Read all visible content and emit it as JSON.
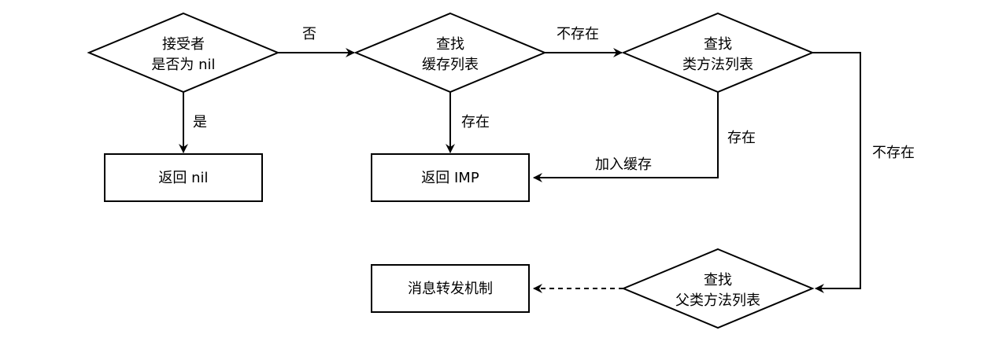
{
  "nodes": {
    "receiver_nil": {
      "line1": "接受者",
      "line2": "是否为 nil"
    },
    "cache_lookup": {
      "line1": "查找",
      "line2": "缓存列表"
    },
    "class_lookup": {
      "line1": "查找",
      "line2": "类方法列表"
    },
    "return_nil": {
      "text": "返回 nil"
    },
    "return_imp": {
      "text": "返回 IMP"
    },
    "super_lookup": {
      "line1": "查找",
      "line2": "父类方法列表"
    },
    "forwarding": {
      "text": "消息转发机制"
    }
  },
  "edges": {
    "receiver_no": "否",
    "receiver_yes": "是",
    "cache_miss": "不存在",
    "cache_hit": "存在",
    "class_hit": "存在",
    "add_cache": "加入缓存",
    "class_miss": "不存在"
  },
  "colors": {
    "stroke": "#000000",
    "fill": "#ffffff"
  }
}
